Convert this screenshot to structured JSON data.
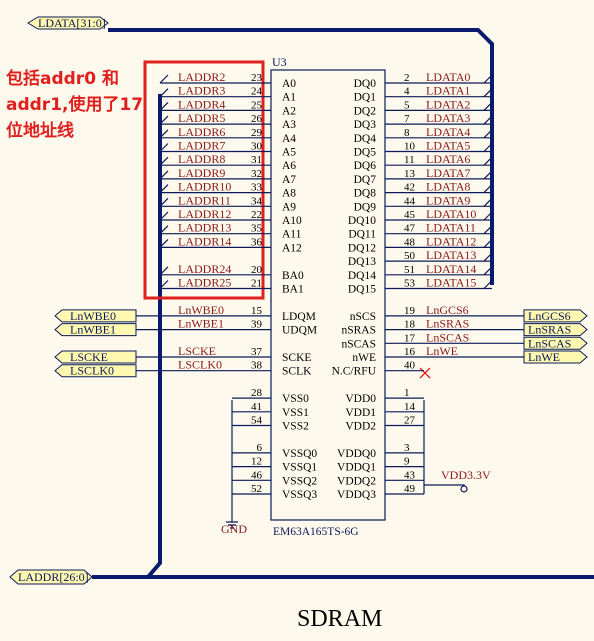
{
  "annotation": "包括addr0 和addr1,使用了17位地址线",
  "chip": {
    "ref": "U3",
    "part": "EM63A165TS-6G"
  },
  "buses": {
    "data": "LDATA[31:0]",
    "addr": "LADDR[26:0]"
  },
  "power": {
    "vdd": "VDD3.3V",
    "gnd": "GND"
  },
  "title": "SDRAM",
  "left_pins": [
    {
      "net": "LADDR2",
      "num": "23",
      "name": "A0"
    },
    {
      "net": "LADDR3",
      "num": "24",
      "name": "A1"
    },
    {
      "net": "LADDR4",
      "num": "25",
      "name": "A2"
    },
    {
      "net": "LADDR5",
      "num": "26",
      "name": "A3"
    },
    {
      "net": "LADDR6",
      "num": "29",
      "name": "A4"
    },
    {
      "net": "LADDR7",
      "num": "30",
      "name": "A5"
    },
    {
      "net": "LADDR8",
      "num": "31",
      "name": "A6"
    },
    {
      "net": "LADDR9",
      "num": "32",
      "name": "A7"
    },
    {
      "net": "LADDR10",
      "num": "33",
      "name": "A8"
    },
    {
      "net": "LADDR11",
      "num": "34",
      "name": "A9"
    },
    {
      "net": "LADDR12",
      "num": "22",
      "name": "A10"
    },
    {
      "net": "LADDR13",
      "num": "35",
      "name": "A11"
    },
    {
      "net": "LADDR14",
      "num": "36",
      "name": "A12"
    },
    {
      "net": "",
      "num": "",
      "name": ""
    },
    {
      "net": "LADDR24",
      "num": "20",
      "name": "BA0"
    },
    {
      "net": "LADDR25",
      "num": "21",
      "name": "BA1"
    },
    {
      "net": "",
      "num": "",
      "name": ""
    },
    {
      "net": "LnWBE0",
      "num": "15",
      "name": "LDQM"
    },
    {
      "net": "LnWBE1",
      "num": "39",
      "name": "UDQM"
    },
    {
      "net": "",
      "num": "",
      "name": ""
    },
    {
      "net": "LSCKE",
      "num": "37",
      "name": "SCKE"
    },
    {
      "net": "LSCLK0",
      "num": "38",
      "name": "SCLK"
    },
    {
      "net": "",
      "num": "",
      "name": ""
    },
    {
      "net": "",
      "num": "28",
      "name": "VSS0"
    },
    {
      "net": "",
      "num": "41",
      "name": "VSS1"
    },
    {
      "net": "",
      "num": "54",
      "name": "VSS2"
    },
    {
      "net": "",
      "num": "",
      "name": ""
    },
    {
      "net": "",
      "num": "6",
      "name": "VSSQ0"
    },
    {
      "net": "",
      "num": "12",
      "name": "VSSQ1"
    },
    {
      "net": "",
      "num": "46",
      "name": "VSSQ2"
    },
    {
      "net": "",
      "num": "52",
      "name": "VSSQ3"
    }
  ],
  "right_pins": [
    {
      "name": "DQ0",
      "num": "2",
      "net": "LDATA0"
    },
    {
      "name": "DQ1",
      "num": "4",
      "net": "LDATA1"
    },
    {
      "name": "DQ2",
      "num": "5",
      "net": "LDATA2"
    },
    {
      "name": "DQ3",
      "num": "7",
      "net": "LDATA3"
    },
    {
      "name": "DQ4",
      "num": "8",
      "net": "LDATA4"
    },
    {
      "name": "DQ5",
      "num": "10",
      "net": "LDATA5"
    },
    {
      "name": "DQ6",
      "num": "11",
      "net": "LDATA6"
    },
    {
      "name": "DQ7",
      "num": "13",
      "net": "LDATA7"
    },
    {
      "name": "DQ8",
      "num": "42",
      "net": "LDATA8"
    },
    {
      "name": "DQ9",
      "num": "44",
      "net": "LDATA9"
    },
    {
      "name": "DQ10",
      "num": "45",
      "net": "LDATA10"
    },
    {
      "name": "DQ11",
      "num": "47",
      "net": "LDATA11"
    },
    {
      "name": "DQ12",
      "num": "48",
      "net": "LDATA12"
    },
    {
      "name": "DQ13",
      "num": "50",
      "net": "LDATA13"
    },
    {
      "name": "DQ14",
      "num": "51",
      "net": "LDATA14"
    },
    {
      "name": "DQ15",
      "num": "53",
      "net": "LDATA15"
    },
    {
      "name": "",
      "num": "",
      "net": ""
    },
    {
      "name": "nSCS",
      "num": "19",
      "net": "LnGCS6"
    },
    {
      "name": "nSRAS",
      "num": "18",
      "net": "LnSRAS"
    },
    {
      "name": "nSCAS",
      "num": "17",
      "net": "LnSCAS"
    },
    {
      "name": "nWE",
      "num": "16",
      "net": "LnWE"
    },
    {
      "name": "N.C/RFU",
      "num": "40",
      "net": ""
    },
    {
      "name": "",
      "num": "",
      "net": ""
    },
    {
      "name": "VDD0",
      "num": "1",
      "net": ""
    },
    {
      "name": "VDD1",
      "num": "14",
      "net": ""
    },
    {
      "name": "VDD2",
      "num": "27",
      "net": ""
    },
    {
      "name": "",
      "num": "",
      "net": ""
    },
    {
      "name": "VDDQ0",
      "num": "3",
      "net": ""
    },
    {
      "name": "VDDQ1",
      "num": "9",
      "net": ""
    },
    {
      "name": "VDDQ2",
      "num": "43",
      "net": ""
    },
    {
      "name": "VDDQ3",
      "num": "49",
      "net": ""
    }
  ],
  "left_ports": [
    "LnWBE0",
    "LnWBE1",
    "LSCKE",
    "LSCLK0"
  ],
  "right_ports": [
    "LnGCS6",
    "LnSRAS",
    "LnSCAS",
    "LnWE"
  ]
}
